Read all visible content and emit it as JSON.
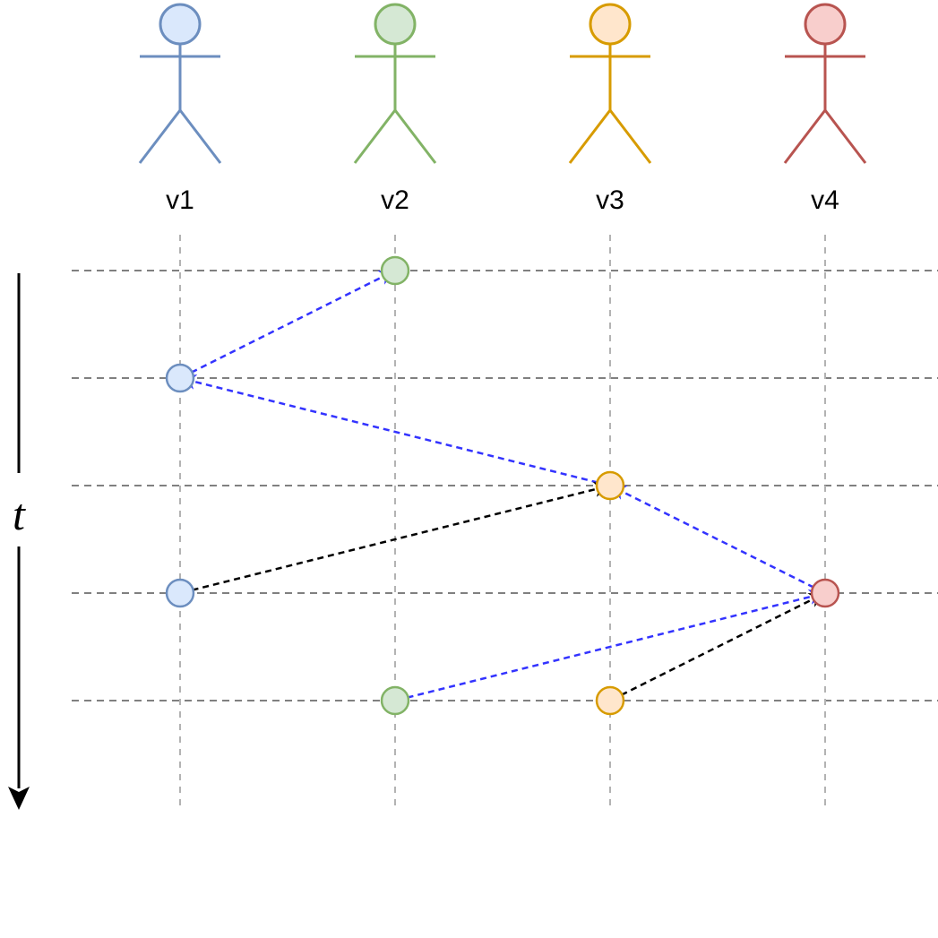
{
  "time_axis": {
    "label": "t"
  },
  "actors": [
    {
      "id": "v1",
      "label": "v1",
      "fill": "#dae8fc",
      "stroke": "#6c8ebf"
    },
    {
      "id": "v2",
      "label": "v2",
      "fill": "#d5e8d4",
      "stroke": "#82b366"
    },
    {
      "id": "v3",
      "label": "v3",
      "fill": "#ffe6cc",
      "stroke": "#d79b00"
    },
    {
      "id": "v4",
      "label": "v4",
      "fill": "#f8cecc",
      "stroke": "#b85450"
    }
  ],
  "time_steps": 5,
  "events": [
    {
      "id": "e1",
      "actor": "v2",
      "step": 1
    },
    {
      "id": "e2",
      "actor": "v1",
      "step": 2
    },
    {
      "id": "e3",
      "actor": "v3",
      "step": 3
    },
    {
      "id": "e4",
      "actor": "v1",
      "step": 4
    },
    {
      "id": "e5",
      "actor": "v4",
      "step": 4
    },
    {
      "id": "e6",
      "actor": "v2",
      "step": 5
    },
    {
      "id": "e7",
      "actor": "v3",
      "step": 5
    }
  ],
  "messages": [
    {
      "from": "e2",
      "to": "e1",
      "color": "#3333ff"
    },
    {
      "from": "e3",
      "to": "e2",
      "color": "#3333ff"
    },
    {
      "from": "e5",
      "to": "e3",
      "color": "#3333ff"
    },
    {
      "from": "e6",
      "to": "e5",
      "color": "#3333ff"
    },
    {
      "from": "e4",
      "to": "e3",
      "color": "#000000"
    },
    {
      "from": "e7",
      "to": "e5",
      "color": "#000000"
    }
  ],
  "colors": {
    "grid": "#808080",
    "lifeline": "#b3b3b3"
  }
}
